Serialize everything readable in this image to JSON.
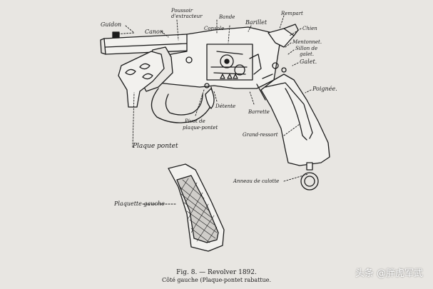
{
  "labels": {
    "guidon": "Guidon",
    "canon": "Canon",
    "poussoir_line1": "Poussoir",
    "poussoir_line2": "d'extracteur",
    "bande": "Bande",
    "console": "Console",
    "barillet": "Barillet",
    "rempart": "Rempart",
    "chien": "Chien",
    "mentonnet": "Mentonnet.",
    "sillon_line1": "Sillon de",
    "sillon_line2": "galet.",
    "galet": "Galet.",
    "poignee": "Poignée.",
    "detente": "Détente",
    "barrette": "Barrette",
    "pivot_line1": "Pivot de",
    "pivot_line2": "plaque-pontet",
    "grand_ressort": "Grand-ressort",
    "plaque_pontet": "Plaque pontet",
    "anneau": "Anneau de calotte",
    "plaquette_gauche": "Plaquette gauche"
  },
  "caption": {
    "line1": "Fig. 8. — Revolver 1892.",
    "line2": "Côté gauche (Plaque-pontet rabattue."
  },
  "watermark": "头条 @胖虎军武",
  "colors": {
    "paper": "#e8e6e2",
    "ink": "#1c1c1c",
    "border": "#ffffff"
  }
}
